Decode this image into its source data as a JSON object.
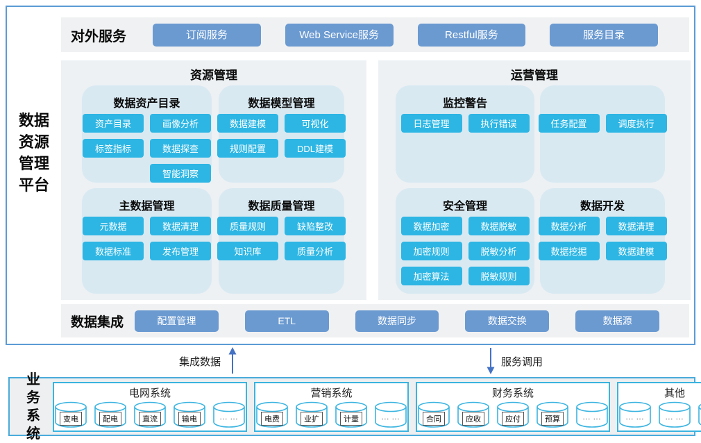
{
  "colors": {
    "outer_border": "#5b9bd5",
    "row_bg": "#f0f1f2",
    "panel_bg": "#edf1f4",
    "section_bg": "#d9e9f2",
    "module_cyan": "#2db6e4",
    "service_blue": "#6b9ad1",
    "business_border": "#4aabdb",
    "cylinder_outline": "#3ab4e0",
    "arrow_blue": "#4472c4"
  },
  "platform": {
    "title": "数据资源管理平台"
  },
  "external_services": {
    "label": "对外服务",
    "buttons": [
      "订阅服务",
      "Web Service服务",
      "Restful服务",
      "服务目录"
    ]
  },
  "resource_mgmt": {
    "title": "资源管理",
    "sections": [
      {
        "title": "数据资产目录",
        "buttons": [
          "资产目录",
          "画像分析",
          "标签指标",
          "数据探查",
          "智能洞察"
        ]
      },
      {
        "title": "数据模型管理",
        "buttons": [
          "数据建模",
          "可视化",
          "规则配置",
          "DDL建模"
        ]
      },
      {
        "title": "主数据管理",
        "buttons": [
          "元数据",
          "数据清理",
          "数据标准",
          "发布管理"
        ]
      },
      {
        "title": "数据质量管理",
        "buttons": [
          "质量规则",
          "缺陷整改",
          "知识库",
          "质量分析"
        ]
      }
    ]
  },
  "operation_mgmt": {
    "title": "运营管理",
    "sections": [
      {
        "title": "监控警告",
        "buttons": [
          "日志管理",
          "执行错误"
        ]
      },
      {
        "title": "",
        "buttons": [
          "任务配置",
          "调度执行"
        ]
      },
      {
        "title": "安全管理",
        "buttons": [
          "数据加密",
          "数据脱敏",
          "加密规则",
          "脱敏分析",
          "加密算法",
          "脱敏规则"
        ]
      },
      {
        "title": "数据开发",
        "buttons": [
          "数据分析",
          "数据清理",
          "数据挖掘",
          "数据建模"
        ]
      }
    ]
  },
  "data_integration": {
    "label": "数据集成",
    "buttons": [
      "配置管理",
      "ETL",
      "数据同步",
      "数据交换",
      "数据源"
    ]
  },
  "arrows": {
    "up_label": "集成数据",
    "down_label": "服务调用"
  },
  "business_systems": {
    "label": "业务系统",
    "groups": [
      {
        "title": "电网系统",
        "databases": [
          "变电",
          "配电",
          "直流",
          "输电",
          "... ..."
        ]
      },
      {
        "title": "营销系统",
        "databases": [
          "电费",
          "业扩",
          "计量",
          "... ..."
        ]
      },
      {
        "title": "财务系统",
        "databases": [
          "合同",
          "应收",
          "应付",
          "预算",
          "... ..."
        ]
      },
      {
        "title": "其他",
        "databases": [
          "... ...",
          "... ...",
          "... ..."
        ]
      }
    ]
  }
}
